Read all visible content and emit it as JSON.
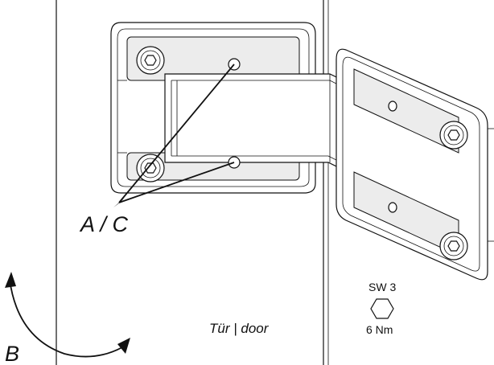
{
  "labels": {
    "callout": "A / C",
    "rotation": "B",
    "door": "Tür | door",
    "wrench_size": "SW 3",
    "torque": "6 Nm"
  },
  "icons": {
    "wrench": "hexagon-icon",
    "rotation": "curved-arrow-icon"
  }
}
